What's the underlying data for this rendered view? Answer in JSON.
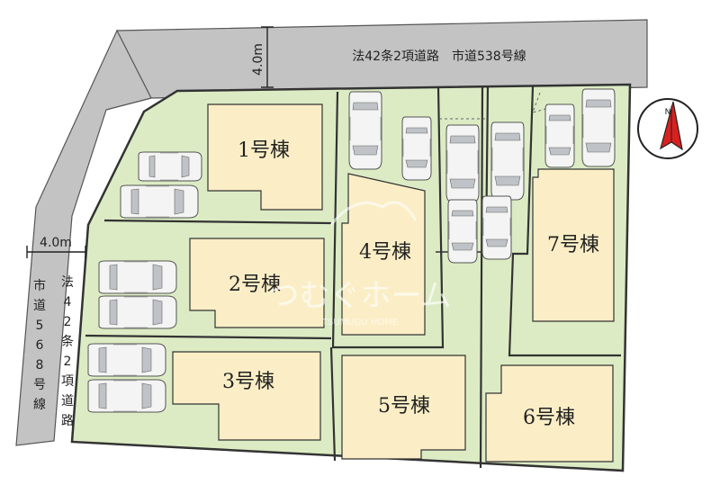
{
  "roads": {
    "north": {
      "label": "法42条2項道路　市道538号線",
      "width_label": "4.0m"
    },
    "west": {
      "label_col1": [
        "法",
        "4",
        "2",
        "条",
        "2",
        "項",
        "道",
        "路"
      ],
      "label_col2": [
        "市",
        "道",
        "5",
        "6",
        "8",
        "号",
        "線"
      ],
      "width_label": "4.0m"
    }
  },
  "buildings": [
    {
      "id": "1",
      "label": "1号棟"
    },
    {
      "id": "2",
      "label": "2号棟"
    },
    {
      "id": "3",
      "label": "3号棟"
    },
    {
      "id": "4",
      "label": "4号棟"
    },
    {
      "id": "5",
      "label": "5号棟"
    },
    {
      "id": "6",
      "label": "6号棟"
    },
    {
      "id": "7",
      "label": "7号棟"
    }
  ],
  "compass": {
    "label": "N"
  },
  "watermark": {
    "main": "つむぐホーム",
    "sub": "TSUMUGU HOME"
  },
  "colors": {
    "site": "#dcebc4",
    "house": "#fbeec6",
    "road": "#c3c3c3",
    "compass_red": "#d8201e"
  }
}
